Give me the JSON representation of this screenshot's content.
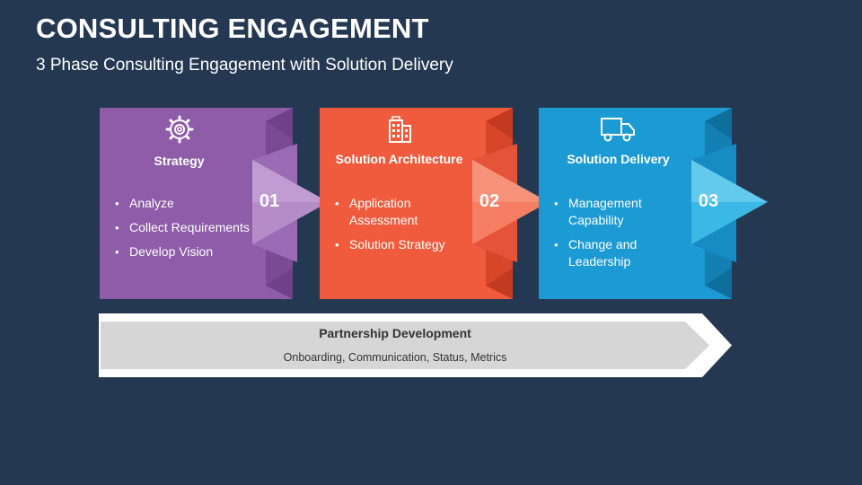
{
  "slide": {
    "title": "CONSULTING ENGAGEMENT",
    "subtitle": "3 Phase Consulting Engagement with Solution Delivery"
  },
  "phases": [
    {
      "icon": "gear-icon",
      "title": "Strategy",
      "number": "01",
      "color": "#8e5ca8",
      "bullets": [
        "Analyze",
        "Collect Requirements",
        "Develop Vision"
      ]
    },
    {
      "icon": "building-icon",
      "title": "Solution Architecture",
      "number": "02",
      "color": "#ef5b3c",
      "bullets": [
        "Application Assessment",
        "Solution Strategy"
      ]
    },
    {
      "icon": "truck-icon",
      "title": "Solution Delivery",
      "number": "03",
      "color": "#1b9ad3",
      "bullets": [
        "Management Capability",
        "Change and Leadership"
      ]
    }
  ],
  "partnership": {
    "title": "Partnership Development",
    "description": "Onboarding, Communication, Status, Metrics"
  }
}
